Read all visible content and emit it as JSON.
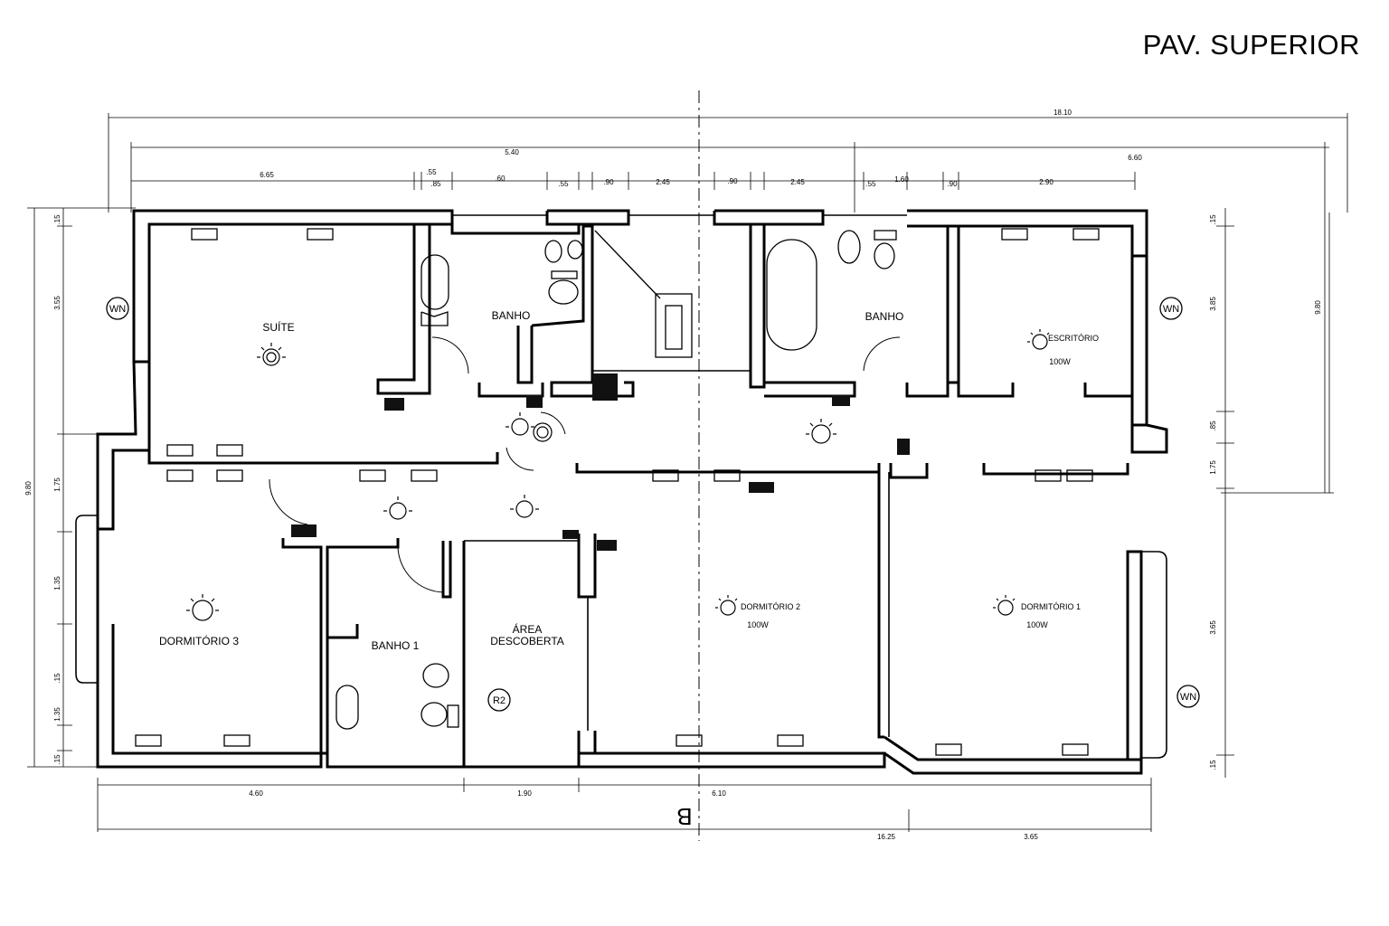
{
  "title": "PAV. SUPERIOR",
  "rooms": {
    "suite": "SUÍTE",
    "banho_suite": "BANHO",
    "banho_3": "BANHO",
    "escritorio": "ESCRITÓRIO",
    "dormitorio_3": "DORMITÓRIO 3",
    "banho_1": "BANHO 1",
    "area_line1": "ÁREA",
    "area_line2": "DESCOBERTA",
    "dormitorio_2": "DORMITÓRIO 2",
    "dormitorio_1": "DORMITÓRIO 1"
  },
  "markers": {
    "wn_left": "WN",
    "wn_right": "WN",
    "wn_bottom": "WN",
    "r2": "R2",
    "section_b": "B"
  },
  "power": {
    "escritorio": "100W",
    "dormitorio_2": "100W",
    "dormitorio_1": "100W"
  },
  "dims_top": {
    "overall": "18.10",
    "row2_a": "5.40",
    "row2_b": "6.60",
    "row3": [
      "6.65",
      ".55",
      ".85",
      ".60",
      ".55",
      ".90",
      "2.45",
      ".90",
      "2.45",
      ".55",
      "1.60",
      ".90",
      "2.90"
    ]
  },
  "dims_bottom": {
    "row1": [
      "4.60",
      "1.90",
      "6.10"
    ],
    "row2": [
      "16.25",
      "3.65"
    ]
  },
  "dims_left": {
    "outer": "9.80",
    "inner": [
      "3.55",
      "1.75",
      "1.35",
      ".15",
      "1.35",
      ".15"
    ],
    "top_small": ".15"
  },
  "dims_right": {
    "outer": "9.80",
    "inner": [
      ".15",
      "3.85",
      ".85",
      "1.75",
      "3.65",
      ".15"
    ]
  }
}
